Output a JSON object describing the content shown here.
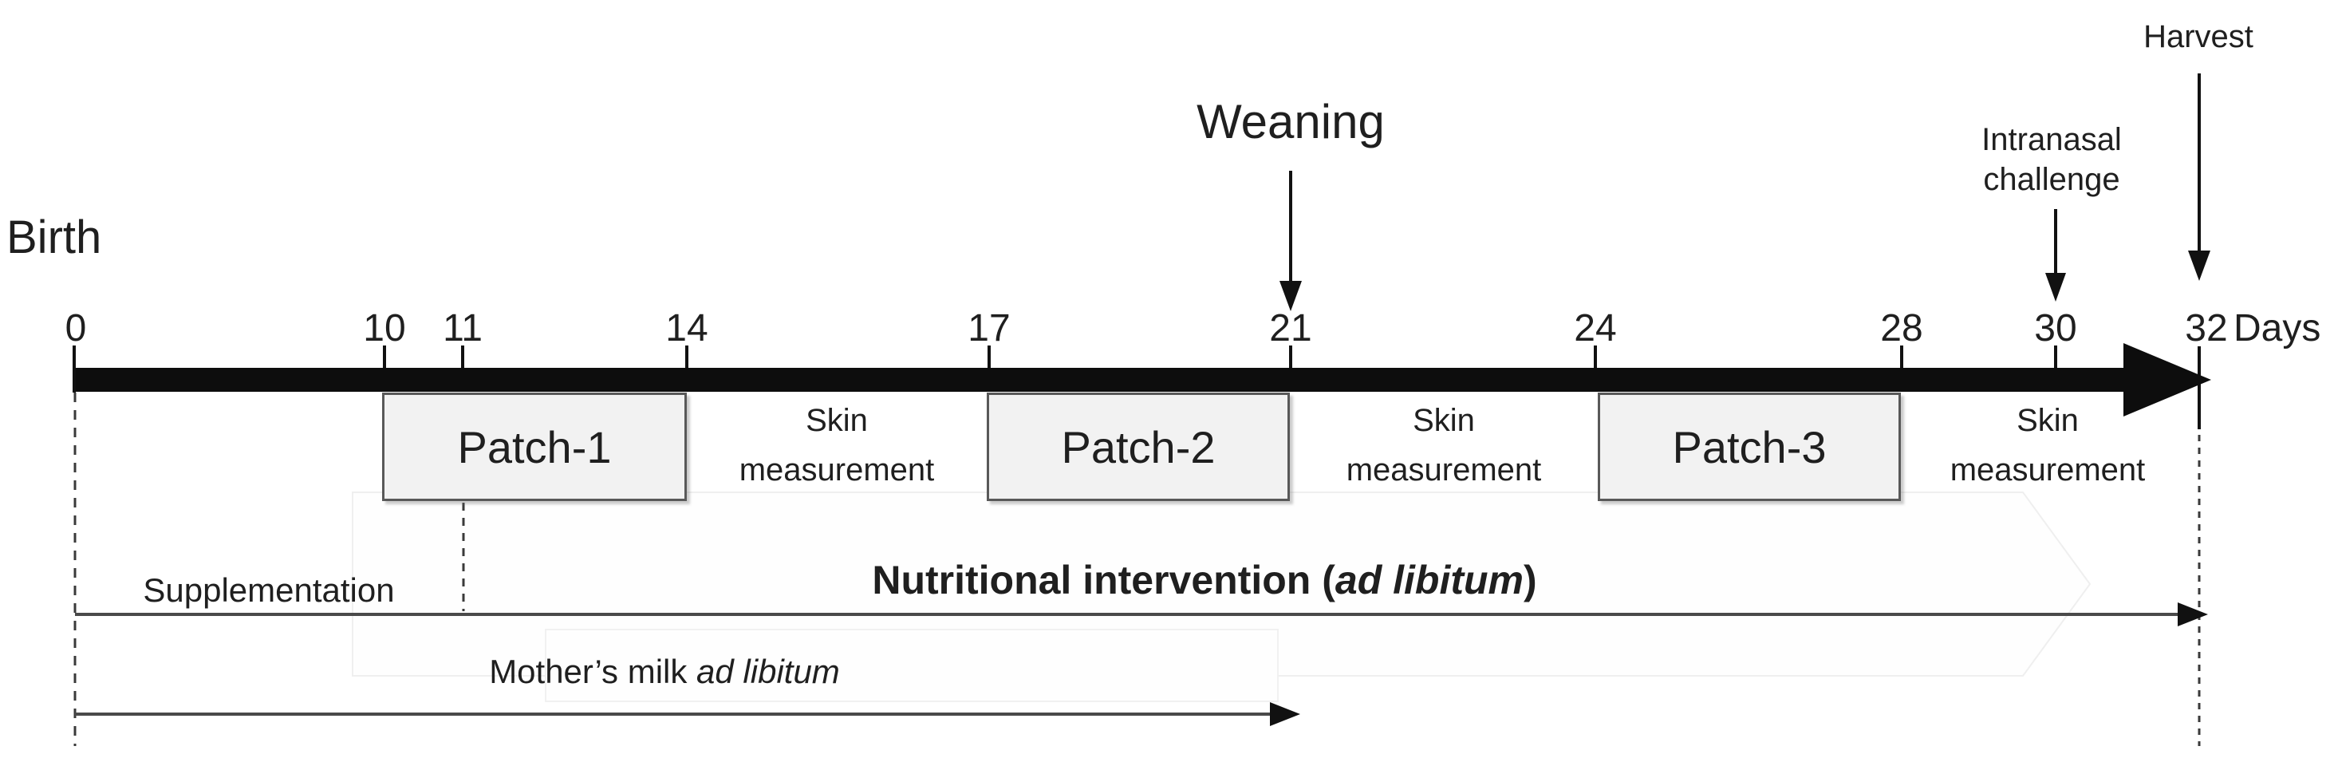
{
  "labels": {
    "birth": "Birth",
    "weaning": "Weaning",
    "intranasal_line1": "Intranasal",
    "intranasal_line2": "challenge",
    "harvest": "Harvest",
    "days_unit": "Days",
    "supplementation": "Supplementation",
    "nutritional_pre": "Nutritional intervention (",
    "nutritional_italic": "ad libitum",
    "nutritional_post": ")",
    "milk_pre": "Mother’s milk ",
    "milk_italic": "ad libitum",
    "skin_line1": "Skin",
    "skin_line2": "measurement",
    "patch1": "Patch-1",
    "patch2": "Patch-2",
    "patch3": "Patch-3"
  },
  "ticks": {
    "d0": "0",
    "d10": "10",
    "d11": "11",
    "d14": "14",
    "d17": "17",
    "d21": "21",
    "d24": "24",
    "d28": "28",
    "d30": "30",
    "d32": "32"
  },
  "timeline": {
    "unit": "Days",
    "tick_days": [
      0,
      10,
      11,
      14,
      17,
      21,
      24,
      28,
      30,
      32
    ],
    "axis_range": [
      0,
      32
    ],
    "point_events": [
      {
        "day": 0,
        "label": "Birth"
      },
      {
        "day": 21,
        "label": "Weaning"
      },
      {
        "day": 30,
        "label": "Intranasal challenge"
      },
      {
        "day": 32,
        "label": "Harvest"
      }
    ],
    "interval_events": [
      {
        "label": "Patch-1",
        "start": 10,
        "end": 14
      },
      {
        "label": "Patch-2",
        "start": 17,
        "end": 21
      },
      {
        "label": "Patch-3",
        "start": 24,
        "end": 28
      },
      {
        "label": "Skin measurement",
        "occurrences": [
          [
            14,
            17
          ],
          [
            21,
            24
          ],
          [
            28,
            32
          ]
        ]
      },
      {
        "label": "Supplementation",
        "start": 0,
        "end": 11
      },
      {
        "label": "Nutritional intervention (ad libitum)",
        "start": 11,
        "end": 32
      },
      {
        "label": "Mother's milk ad libitum",
        "start": 0,
        "end": 21
      }
    ],
    "colors": {
      "axis_bar": "#0d0d0d",
      "patch_fill": "#f2f2f2",
      "patch_border": "#595959",
      "arrow_line": "#4a4a4a",
      "text": "#1f1f1f"
    }
  }
}
